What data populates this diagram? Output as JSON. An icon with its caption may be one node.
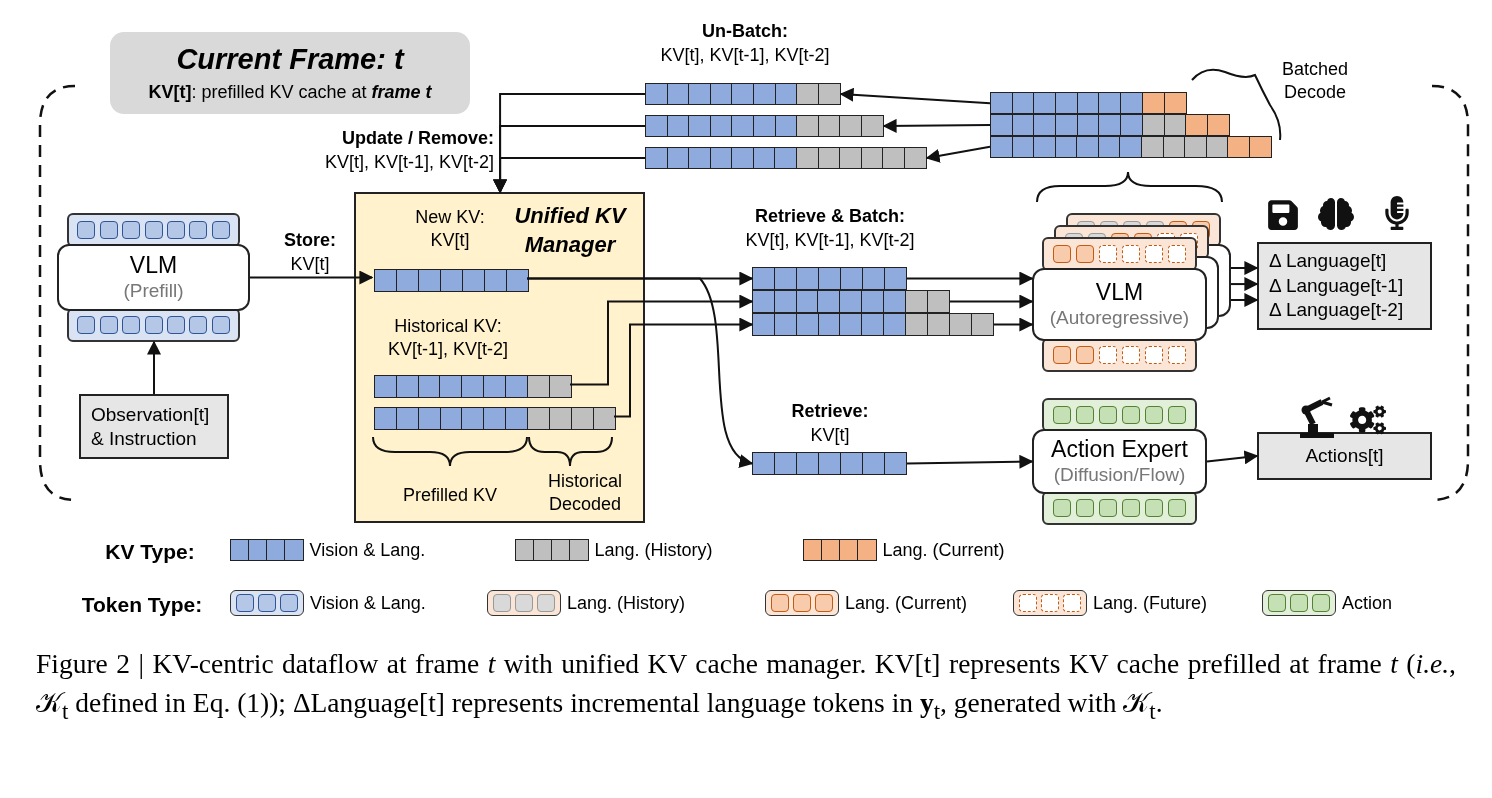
{
  "diagram": {
    "nodes": [
      {
        "text": [
          "Current Frame: t",
          "**KV[t]**: prefilled KV cache at **frame t**"
        ]
      },
      {
        "text": [],
        "shape": "bar",
        "beside": [
          "Un-Batch:",
          "KV[t], KV[t-1], KV[t-2]"
        ]
      },
      {
        "text": [],
        "shape": "bar"
      },
      {
        "text": [],
        "shape": "bar"
      },
      {
        "text": [],
        "shape": "bar",
        "beside": [
          "Batched Decode"
        ]
      },
      {
        "text": [
          "VLM",
          "(Prefill)"
        ]
      },
      {
        "text": [
          "Unified KV Manager"
        ]
      },
      {
        "text": [],
        "shape": "bar",
        "in": 6,
        "beside": [
          "New KV: KV[t]"
        ]
      },
      {
        "text": [],
        "shape": "bar",
        "in": 6,
        "beside": [
          "Historical KV: KV[t-1], KV[t-2]"
        ]
      },
      {
        "text": [],
        "shape": "bar",
        "in": 6
      },
      {
        "text": [],
        "shape": "bar",
        "beside": [
          "Retrieve & Batch:",
          "KV[t], KV[t-1], KV[t-2]"
        ]
      },
      {
        "text": [],
        "shape": "bar"
      },
      {
        "text": [],
        "shape": "bar"
      },
      {
        "text": [
          "VLM",
          "(Autoregressive)"
        ]
      },
      {
        "text": [
          "Δ Language[t]",
          "Δ Language[t-1]",
          "Δ Language[t-2]"
        ]
      },
      {
        "text": [
          "Observation[t] & Instruction"
        ]
      },
      {
        "text": [],
        "shape": "bar",
        "beside": [
          "Retrieve:",
          "KV[t]"
        ]
      },
      {
        "text": [
          "Action Expert",
          "(Diffusion/Flow)"
        ]
      },
      {
        "text": [
          "Actions[t]"
        ]
      }
    ],
    "edges": [
      {
        "from": 15,
        "to": 5,
        "arrow": "to"
      },
      {
        "from": 5,
        "to": 7,
        "arrow": "to",
        "label": "**Store:** KV[t]"
      },
      {
        "from": 7,
        "to": 10,
        "arrow": "to"
      },
      {
        "from": 7,
        "to": 16,
        "arrow": "to"
      },
      {
        "from": 8,
        "to": 11,
        "arrow": "to"
      },
      {
        "from": 9,
        "to": 12,
        "arrow": "to"
      },
      {
        "from": 10,
        "to": 13,
        "arrow": "to"
      },
      {
        "from": 11,
        "to": 13,
        "arrow": "to"
      },
      {
        "from": 12,
        "to": 13,
        "arrow": "to"
      },
      {
        "from": 13,
        "to": 14,
        "arrow": "to"
      },
      {
        "from": 13,
        "to": 14,
        "arrow": "to"
      },
      {
        "from": 13,
        "to": 14,
        "arrow": "to"
      },
      {
        "from": 16,
        "to": 17,
        "arrow": "to"
      },
      {
        "from": 17,
        "to": 18,
        "arrow": "to"
      },
      {
        "from": 4,
        "to": 1,
        "arrow": "to"
      },
      {
        "from": 4,
        "to": 2,
        "arrow": "to"
      },
      {
        "from": 4,
        "to": 3,
        "arrow": "to"
      },
      {
        "from": 1,
        "to": 6,
        "arrow": "to"
      },
      {
        "from": 2,
        "to": 6,
        "arrow": "to",
        "label": "**Update / Remove:** KV[t], KV[t-1], KV[t-2]"
      },
      {
        "from": 3,
        "to": 6,
        "arrow": "to"
      }
    ],
    "labels": [
      "Prefilled KV",
      "Historical Decoded",
      "KV Type:",
      "Token Type:"
    ],
    "legend": [
      {
        "text": "Vision & Lang.",
        "color": "#8faadc"
      },
      {
        "text": "Lang. (History)",
        "color": "#bfbfbf"
      },
      {
        "text": "Lang. (Current)",
        "color": "#f4b183"
      },
      {
        "text": "Vision & Lang.",
        "color": "#b4c7e7"
      },
      {
        "text": "Lang. (History)",
        "color": "#d9d9d9"
      },
      {
        "text": "Lang. (Current)",
        "color": "#f8cbad"
      },
      {
        "text": "Lang. (Future)",
        "color": "#ffffff"
      },
      {
        "text": "Action",
        "color": "#c5e0b4"
      }
    ],
    "caption": "Figure 2 | KV-centric dataflow at frame *t* with unified KV cache manager. KV[t] represents KV cache prefilled at frame *t* (*i.e.*, 𝒦$_{t}$ defined in Eq. (1)); ΔLanguage[t] represents incremental language tokens in **y**$_{t}$, generated with 𝒦$_{t}$."
  }
}
